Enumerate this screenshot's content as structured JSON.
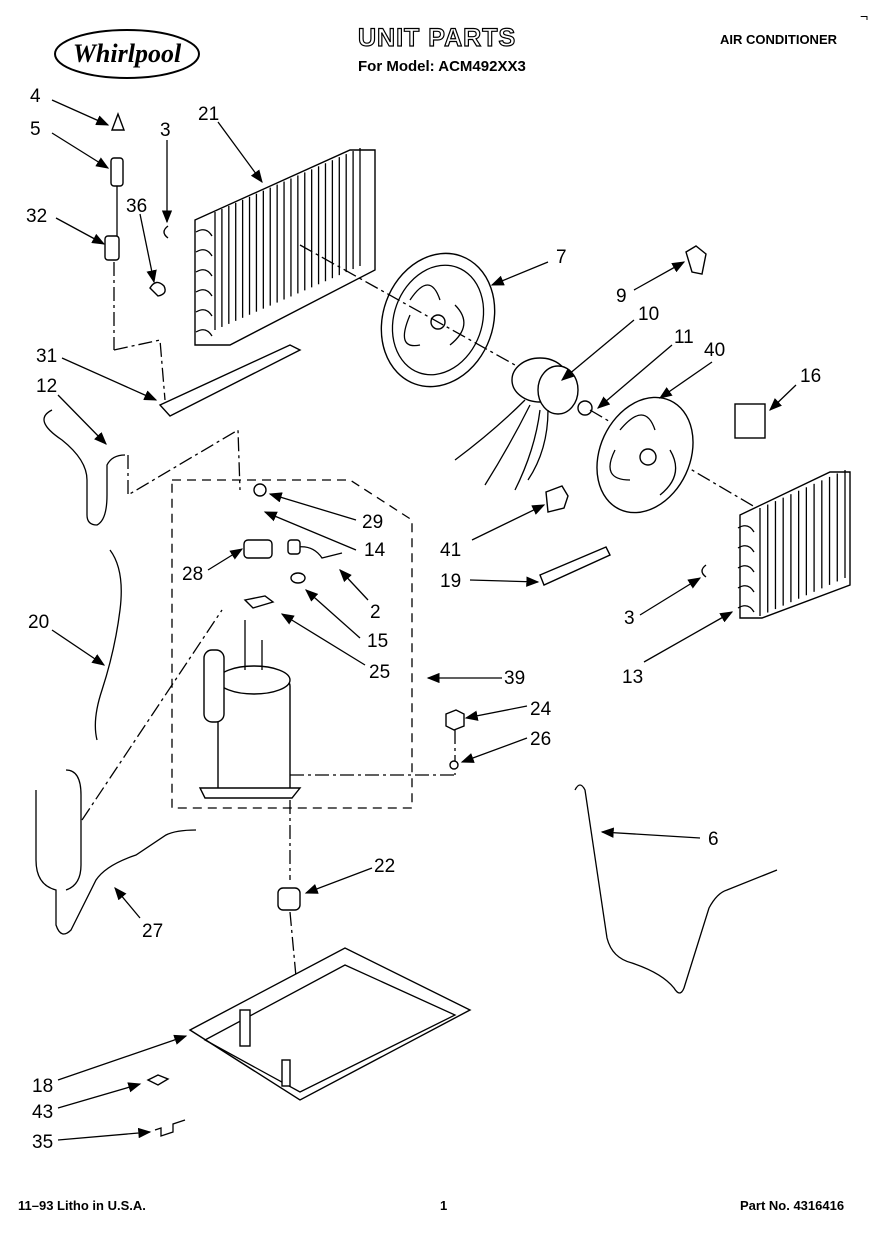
{
  "header": {
    "brand": "Whirlpool",
    "title": "UNIT PARTS",
    "model_line": "For Model: ACM492XX3",
    "category": "AIR CONDITIONER",
    "corner_mark": "¬"
  },
  "footer": {
    "left": "11–93 Litho in U.S.A.",
    "page": "1",
    "part_no": "Part No. 4316416"
  },
  "callouts": {
    "c2": "2",
    "c3a": "3",
    "c3b": "3",
    "c4": "4",
    "c5": "5",
    "c6": "6",
    "c7": "7",
    "c9": "9",
    "c10": "10",
    "c11": "11",
    "c12": "12",
    "c13": "13",
    "c14": "14",
    "c15": "15",
    "c16": "16",
    "c18": "18",
    "c19": "19",
    "c20": "20",
    "c21": "21",
    "c22": "22",
    "c24": "24",
    "c25": "25",
    "c26": "26",
    "c27": "27",
    "c28": "28",
    "c29": "29",
    "c31": "31",
    "c32": "32",
    "c35": "35",
    "c36": "36",
    "c39": "39",
    "c40": "40",
    "c41": "41",
    "c43": "43"
  }
}
